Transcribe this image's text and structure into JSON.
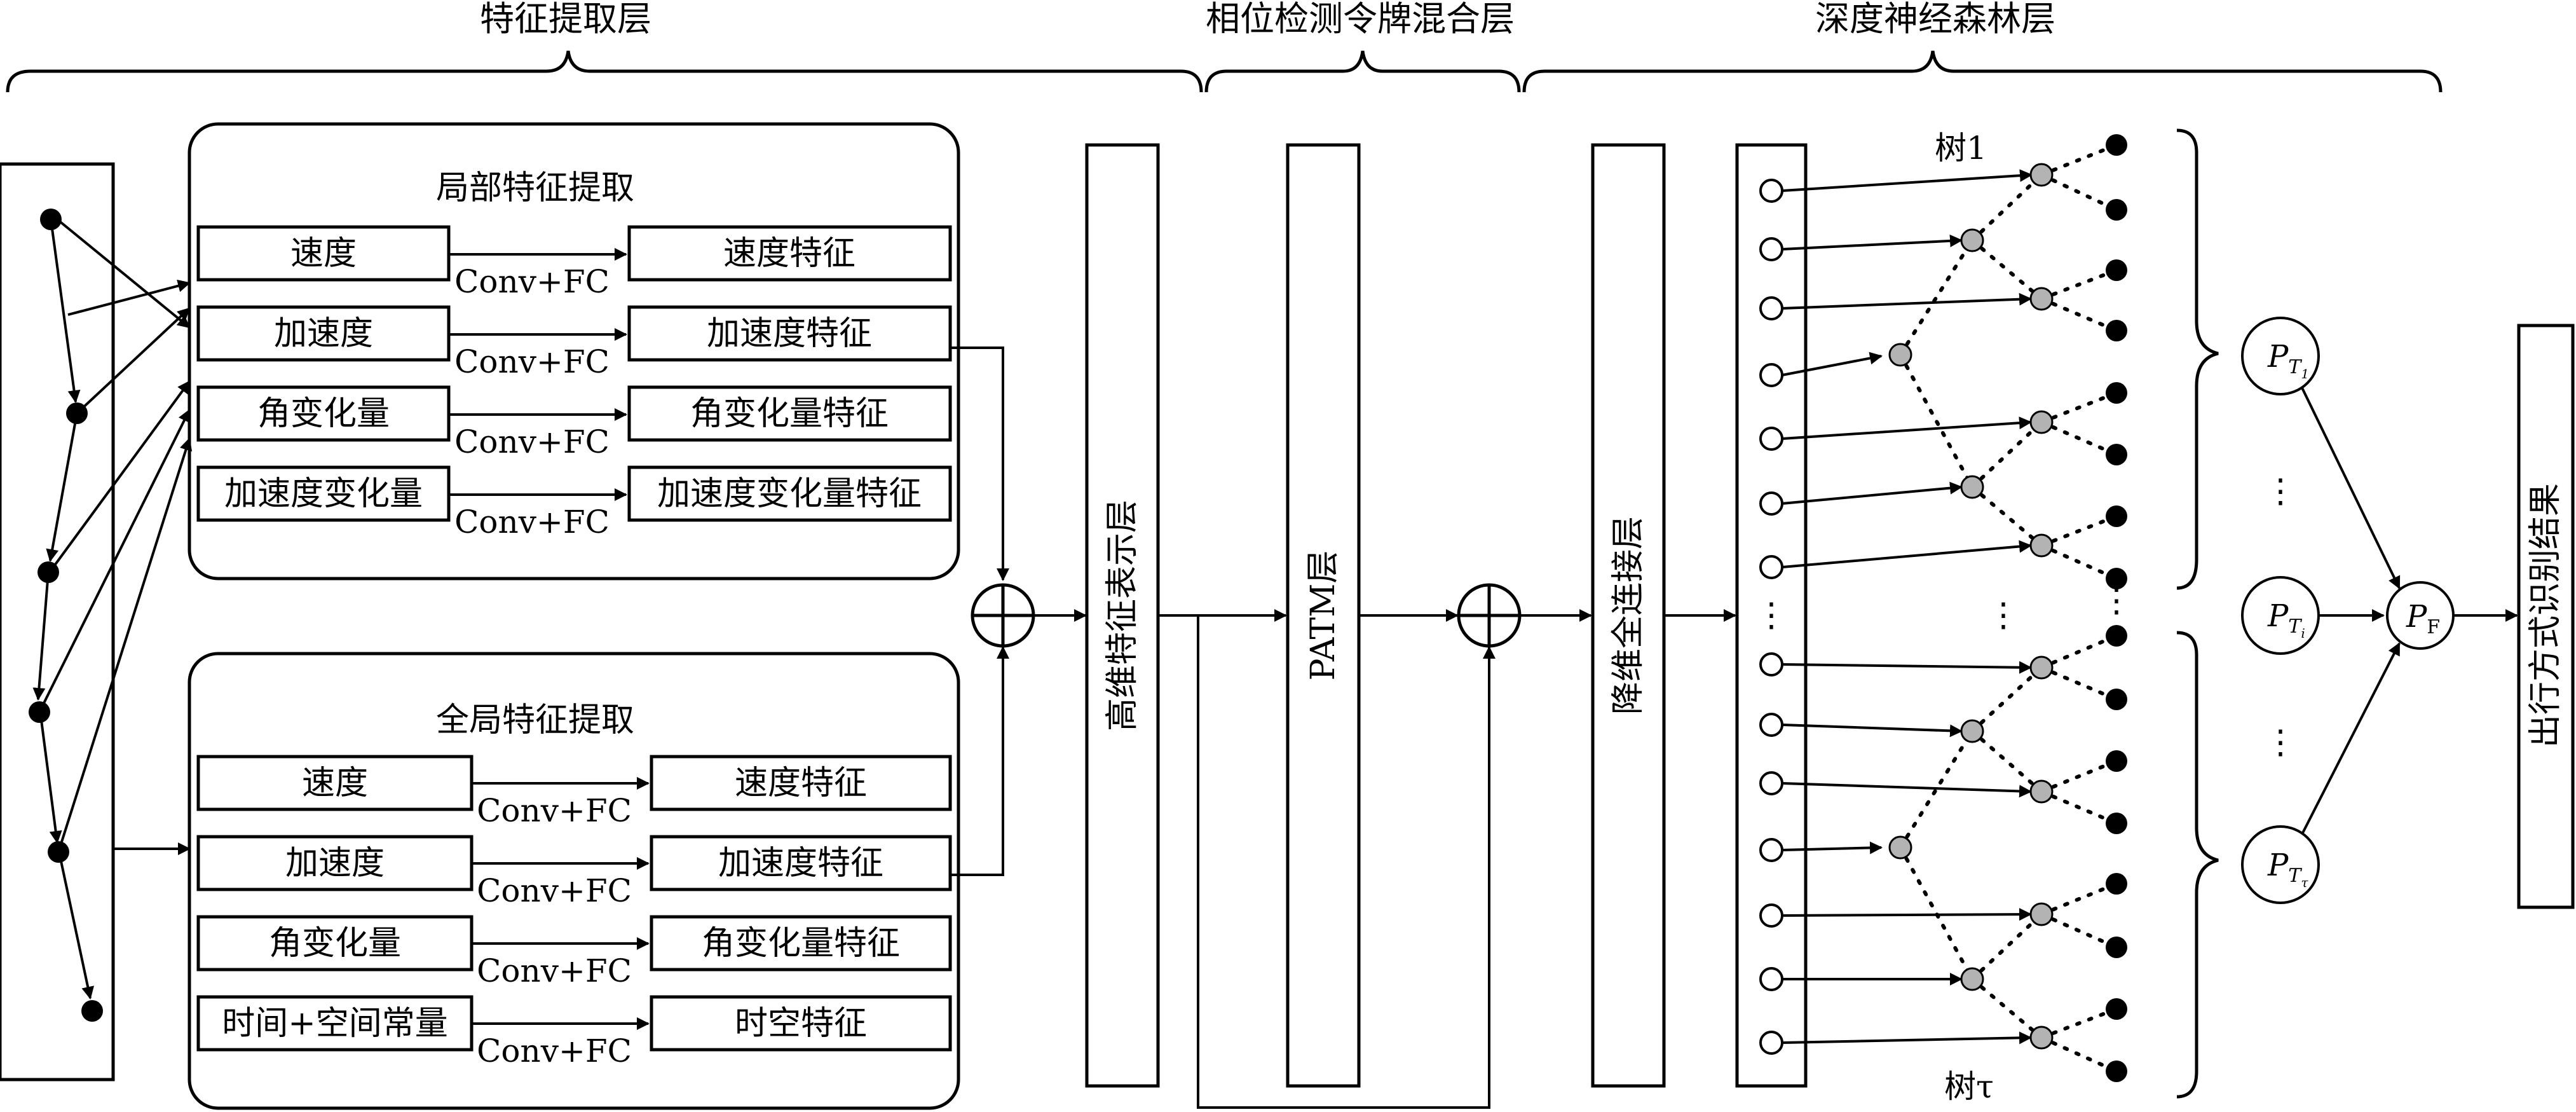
{
  "sections": {
    "feature": "特征提取层",
    "patm": "相位检测令牌混合层",
    "forest": "深度神经森林层"
  },
  "local_group": {
    "title": "局部特征提取",
    "rows": [
      {
        "input": "速度",
        "op": "Conv+FC",
        "output": "速度特征"
      },
      {
        "input": "加速度",
        "op": "Conv+FC",
        "output": "加速度特征"
      },
      {
        "input": "角变化量",
        "op": "Conv+FC",
        "output": "角变化量特征"
      },
      {
        "input": "加速度变化量",
        "op": "Conv+FC",
        "output": "加速度变化量特征"
      }
    ]
  },
  "global_group": {
    "title": "全局特征提取",
    "rows": [
      {
        "input": "速度",
        "op": "Conv+FC",
        "output": "速度特征"
      },
      {
        "input": "加速度",
        "op": "Conv+FC",
        "output": "加速度特征"
      },
      {
        "input": "角变化量",
        "op": "Conv+FC",
        "output": "角变化量特征"
      },
      {
        "input": "时间+空间常量",
        "op": "Conv+FC",
        "output": "时空特征"
      }
    ]
  },
  "layers": {
    "high_dim": "高维特征表示层",
    "patm": "PATM层",
    "reduce": "降维全连接层",
    "output": "出行方式识别结果"
  },
  "forest": {
    "tree_first": "树1",
    "tree_last": "树τ",
    "p_nodes": [
      {
        "base": "P",
        "sub": "T",
        "subsub": "1"
      },
      {
        "base": "P",
        "sub": "T",
        "subsub": "i"
      },
      {
        "base": "P",
        "sub": "T",
        "subsub": "τ"
      }
    ],
    "p_final": {
      "base": "P",
      "sub": "F"
    },
    "ellipsis": "⋮"
  }
}
